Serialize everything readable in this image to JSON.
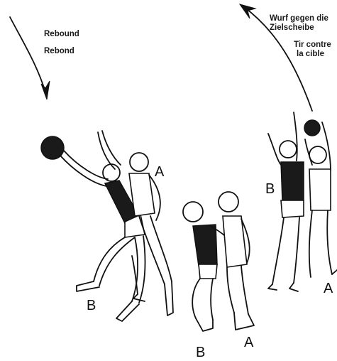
{
  "captions": {
    "rebound_de": "Rebound",
    "rebound_fr": "Rebond",
    "shot_de_line1": "Wurf gegen die",
    "shot_de_line2": "Zielscheibe",
    "shot_fr_line1": "Tir contre",
    "shot_fr_line2": "la cible"
  },
  "player_labels": {
    "group1_attacker": "A",
    "group1_defender": "B",
    "group2_attacker": "A",
    "group2_defender": "B",
    "group3_attacker": "A",
    "group3_defender": "B"
  },
  "colors": {
    "ink": "#111111",
    "background": "#ffffff"
  }
}
